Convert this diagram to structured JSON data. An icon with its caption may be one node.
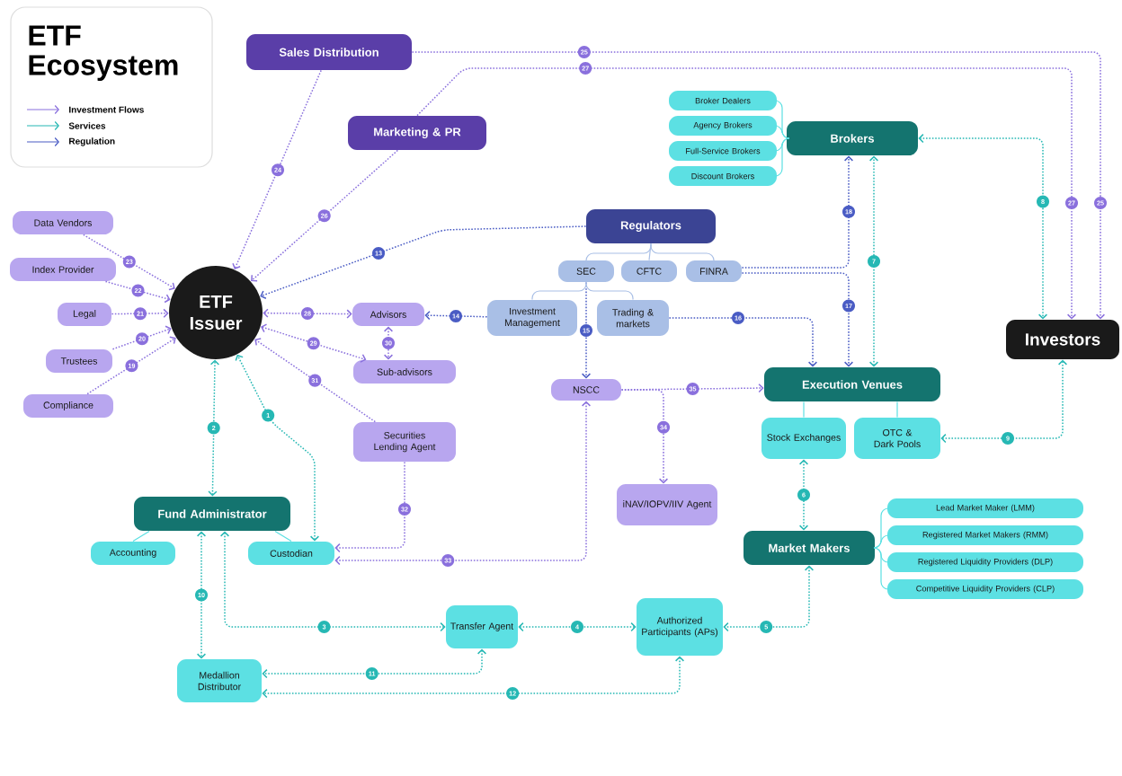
{
  "diagram": {
    "title": "ETF Ecosystem",
    "nodes": [
      {
        "text": [
          "Sales Distribution"
        ]
      },
      {
        "text": [
          "Marketing & PR"
        ]
      },
      {
        "text": [
          "Data Vendors"
        ]
      },
      {
        "text": [
          "Index Provider"
        ]
      },
      {
        "text": [
          "Legal"
        ]
      },
      {
        "text": [
          "Trustees"
        ]
      },
      {
        "text": [
          "Compliance"
        ]
      },
      {
        "text": [
          "ETF Issuer"
        ]
      },
      {
        "text": [
          "Regulators"
        ]
      },
      {
        "text": [
          "SEC"
        ]
      },
      {
        "text": [
          "CFTC"
        ]
      },
      {
        "text": [
          "FINRA"
        ]
      },
      {
        "text": [
          "Investment Management"
        ]
      },
      {
        "text": [
          "Trading & markets"
        ]
      },
      {
        "text": [
          "Advisors"
        ]
      },
      {
        "text": [
          "Sub-advisors"
        ]
      },
      {
        "text": [
          "Securities Lending Agent"
        ]
      },
      {
        "text": [
          "Brokers"
        ]
      },
      {
        "text": [
          "Broker Dealers"
        ]
      },
      {
        "text": [
          "Agency Brokers"
        ]
      },
      {
        "text": [
          "Full-Service Brokers"
        ]
      },
      {
        "text": [
          "Discount Brokers"
        ]
      },
      {
        "text": [
          "Investors"
        ]
      },
      {
        "text": [
          "NSCC"
        ]
      },
      {
        "text": [
          "Execution Venues"
        ]
      },
      {
        "text": [
          "Stock Exchanges"
        ]
      },
      {
        "text": [
          "OTC & Dark Pools"
        ]
      },
      {
        "text": [
          "iNAV/IOPV/IIV Agent"
        ]
      },
      {
        "text": [
          "Market Makers"
        ]
      },
      {
        "text": [
          "Lead Market Maker (LMM)"
        ]
      },
      {
        "text": [
          "Registered Market Makers (RMM)"
        ]
      },
      {
        "text": [
          "Registered Liquidity Providers (DLP)"
        ]
      },
      {
        "text": [
          "Competitive Liquidity Providers (CLP)"
        ]
      },
      {
        "text": [
          "Fund Administrator"
        ]
      },
      {
        "text": [
          "Accounting"
        ]
      },
      {
        "text": [
          "Custodian"
        ]
      },
      {
        "text": [
          "Transfer Agent"
        ]
      },
      {
        "text": [
          "Authorized Participants (APs)"
        ]
      },
      {
        "text": [
          "Medallion Distributor"
        ]
      }
    ],
    "edges": [
      {
        "from": 2,
        "to": 7,
        "arrow": "to",
        "label": "23",
        "style": "dashed"
      },
      {
        "from": 3,
        "to": 7,
        "arrow": "to",
        "label": "22",
        "style": "dashed"
      },
      {
        "from": 4,
        "to": 7,
        "arrow": "to",
        "label": "21",
        "style": "dashed"
      },
      {
        "from": 5,
        "to": 7,
        "arrow": "to",
        "label": "20",
        "style": "dashed"
      },
      {
        "from": 6,
        "to": 7,
        "arrow": "to",
        "label": "19",
        "style": "dashed"
      },
      {
        "from": 0,
        "to": 7,
        "arrow": "to",
        "label": "24",
        "style": "dashed"
      },
      {
        "from": 1,
        "to": 7,
        "arrow": "to",
        "label": "26",
        "style": "dashed"
      },
      {
        "from": 8,
        "to": 7,
        "arrow": "to",
        "label": "13",
        "style": "dashed",
        "color": "#4a5cc4"
      },
      {
        "from": 0,
        "to": 22,
        "arrow": "to",
        "label": "25",
        "style": "dashed"
      },
      {
        "from": 1,
        "to": 22,
        "arrow": "to",
        "label": "27",
        "style": "dashed"
      },
      {
        "from": 7,
        "to": 14,
        "arrow": "both",
        "label": "28",
        "style": "dashed"
      },
      {
        "from": 7,
        "to": 15,
        "arrow": "both",
        "label": "29",
        "style": "dashed"
      },
      {
        "from": 14,
        "to": 15,
        "arrow": "both",
        "label": "30",
        "style": "dashed"
      },
      {
        "from": 12,
        "to": 14,
        "arrow": "to",
        "label": "14",
        "style": "dashed",
        "color": "#4a5cc4"
      },
      {
        "from": 16,
        "to": 7,
        "arrow": "to",
        "label": "31",
        "style": "dashed"
      },
      {
        "from": 16,
        "to": 35,
        "arrow": "to",
        "label": "32",
        "style": "dashed"
      },
      {
        "from": 23,
        "to": 35,
        "arrow": "both",
        "label": "33",
        "style": "dashed"
      },
      {
        "from": 33,
        "to": 7,
        "arrow": "both",
        "label": "2",
        "style": "dashed",
        "color": "#26b8b4"
      },
      {
        "from": 35,
        "to": 7,
        "arrow": "both",
        "label": "1",
        "style": "dashed",
        "color": "#26b8b4"
      },
      {
        "from": 9,
        "to": 23,
        "arrow": "to",
        "label": "15",
        "style": "dashed",
        "color": "#4a5cc4"
      },
      {
        "from": 13,
        "to": 24,
        "arrow": "to",
        "label": "16",
        "style": "dashed",
        "color": "#4a5cc4"
      },
      {
        "from": 11,
        "to": 24,
        "arrow": "to",
        "label": "17",
        "style": "dashed",
        "color": "#4a5cc4"
      },
      {
        "from": 11,
        "to": 17,
        "arrow": "to",
        "label": "18",
        "style": "dashed",
        "color": "#4a5cc4"
      },
      {
        "from": 24,
        "to": 17,
        "arrow": "both",
        "label": "7",
        "style": "dashed",
        "color": "#26b8b4"
      },
      {
        "from": 17,
        "to": 22,
        "arrow": "both",
        "label": "8",
        "style": "dashed",
        "color": "#26b8b4"
      },
      {
        "from": 26,
        "to": 22,
        "arrow": "both",
        "label": "9",
        "style": "dashed",
        "color": "#26b8b4"
      },
      {
        "from": 23,
        "to": 24,
        "arrow": "to",
        "label": "35",
        "style": "dashed"
      },
      {
        "from": 23,
        "to": 27,
        "arrow": "to",
        "label": "34",
        "style": "dashed"
      },
      {
        "from": 25,
        "to": 28,
        "arrow": "both",
        "label": "6",
        "style": "dashed",
        "color": "#26b8b4"
      },
      {
        "from": 28,
        "to": 37,
        "arrow": "both",
        "label": "5",
        "style": "dashed",
        "color": "#26b8b4"
      },
      {
        "from": 36,
        "to": 37,
        "arrow": "both",
        "label": "4",
        "style": "dashed",
        "color": "#26b8b4"
      },
      {
        "from": 33,
        "to": 36,
        "arrow": "both",
        "label": "3",
        "style": "dashed",
        "color": "#26b8b4"
      },
      {
        "from": 33,
        "to": 38,
        "arrow": "both",
        "label": "10",
        "style": "dashed",
        "color": "#26b8b4"
      },
      {
        "from": 36,
        "to": 38,
        "arrow": "both",
        "label": "11",
        "style": "dashed",
        "color": "#26b8b4"
      },
      {
        "from": 37,
        "to": 38,
        "arrow": "both",
        "label": "12",
        "style": "dashed",
        "color": "#26b8b4"
      },
      {
        "from": 8,
        "to": 9,
        "arrow": "none",
        "color": "#a9bfe6"
      },
      {
        "from": 8,
        "to": 10,
        "arrow": "none",
        "color": "#a9bfe6"
      },
      {
        "from": 8,
        "to": 11,
        "arrow": "none",
        "color": "#a9bfe6"
      },
      {
        "from": 9,
        "to": 12,
        "arrow": "none",
        "color": "#a9bfe6"
      },
      {
        "from": 9,
        "to": 13,
        "arrow": "none",
        "color": "#a9bfe6"
      },
      {
        "from": 17,
        "to": 18,
        "arrow": "none",
        "color": "#5ce0e3"
      },
      {
        "from": 17,
        "to": 19,
        "arrow": "none",
        "color": "#5ce0e3"
      },
      {
        "from": 17,
        "to": 20,
        "arrow": "none",
        "color": "#5ce0e3"
      },
      {
        "from": 17,
        "to": 21,
        "arrow": "none",
        "color": "#5ce0e3"
      },
      {
        "from": 24,
        "to": 25,
        "arrow": "none",
        "color": "#5ce0e3"
      },
      {
        "from": 24,
        "to": 26,
        "arrow": "none",
        "color": "#5ce0e3"
      },
      {
        "from": 33,
        "to": 34,
        "arrow": "none",
        "color": "#5ce0e3"
      },
      {
        "from": 33,
        "to": 35,
        "arrow": "none",
        "color": "#5ce0e3"
      },
      {
        "from": 28,
        "to": 29,
        "arrow": "none",
        "color": "#5ce0e3"
      },
      {
        "from": 28,
        "to": 30,
        "arrow": "none",
        "color": "#5ce0e3"
      },
      {
        "from": 28,
        "to": 31,
        "arrow": "none",
        "color": "#5ce0e3"
      },
      {
        "from": 28,
        "to": 32,
        "arrow": "none",
        "color": "#5ce0e3"
      }
    ],
    "labels": [
      "27",
      "25"
    ],
    "legend": [
      {
        "text": "Investment Flows"
      },
      {
        "text": "Services"
      },
      {
        "text": "Regulation"
      }
    ]
  }
}
